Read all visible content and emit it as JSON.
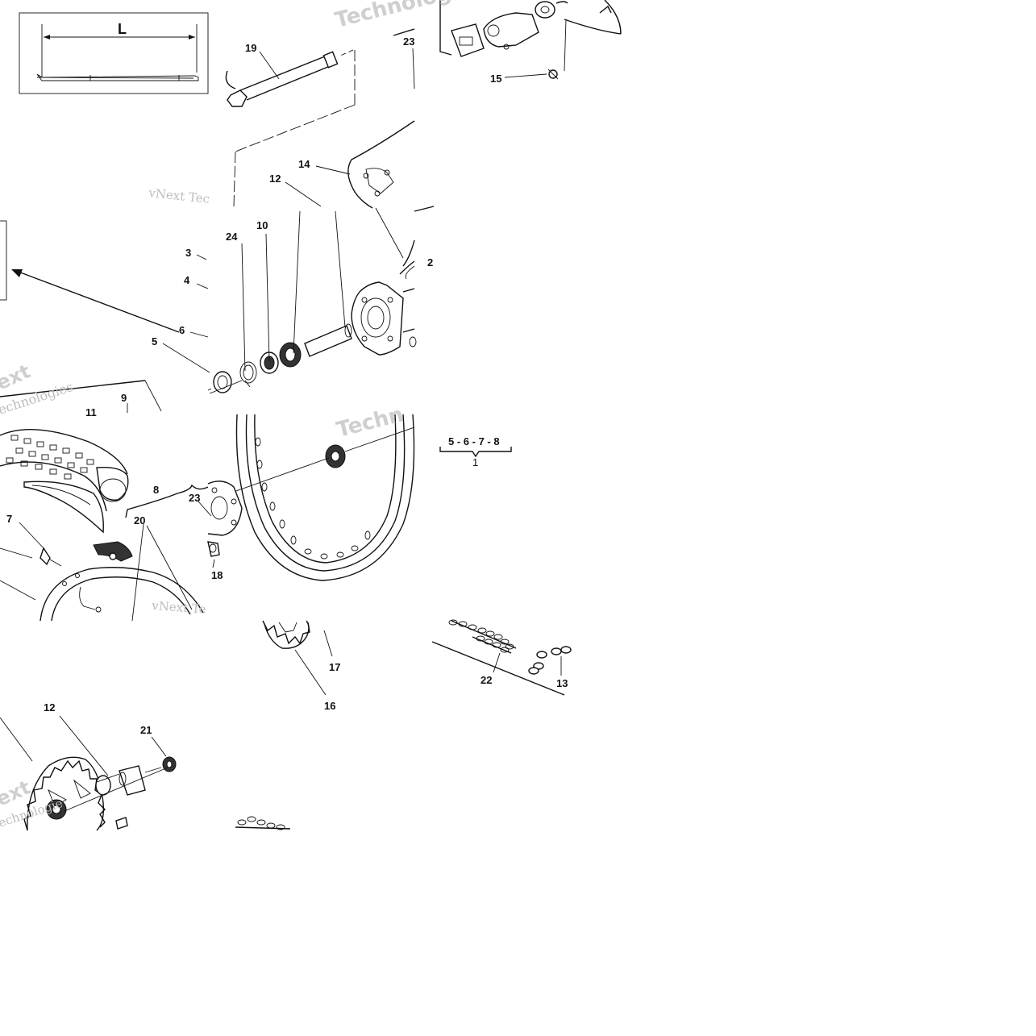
{
  "callouts": {
    "c19": "19",
    "c23a": "23",
    "c15": "15",
    "c14": "14",
    "c12a": "12",
    "c2": "2",
    "c3": "3",
    "c24": "24",
    "c10": "10",
    "c4": "4",
    "c6": "6",
    "c5": "5",
    "c9": "9",
    "c11": "11",
    "c8": "8",
    "c7": "7",
    "c20": "20",
    "c23b": "23",
    "c18": "18",
    "c17": "17",
    "c16": "16",
    "c22": "22",
    "c13": "13",
    "c12b": "12",
    "c21": "21"
  },
  "dimension_label": "L",
  "group_label": {
    "parts": "5 - 6 - 7 - 8",
    "assembly": "1"
  },
  "watermarks": {
    "brand": "vNext Technologies",
    "short": "vNext Tec",
    "tech": "Technolog",
    "ext": "ext",
    "tech2": "echnologies",
    "tech3": "echnologie",
    "brand2": "vNext Te",
    "tech4": "Techn",
    "ext2": "ext"
  },
  "colors": {
    "line": "#111111",
    "watermark": "#bdbdbd",
    "background": "#ffffff"
  }
}
